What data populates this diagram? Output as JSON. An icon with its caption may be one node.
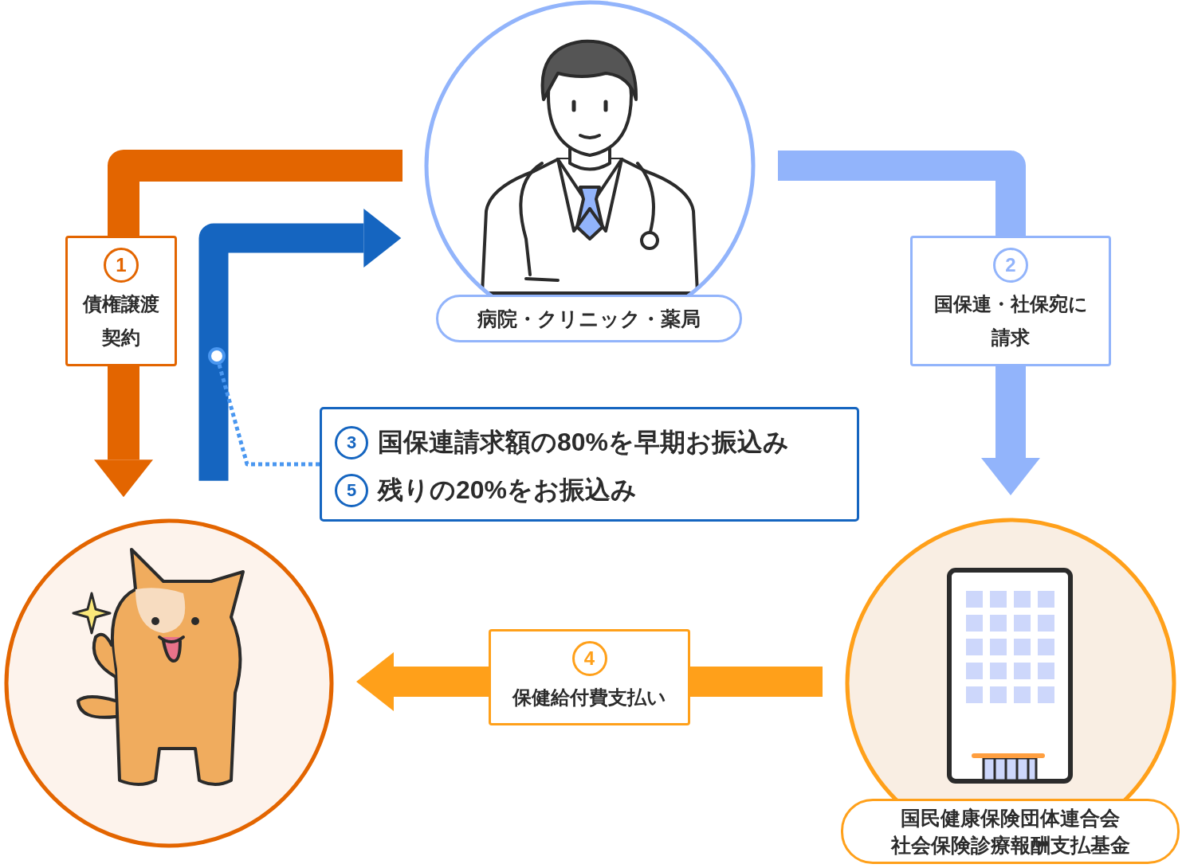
{
  "diagram": {
    "nodes": [
      {
        "text": [
          "病院・クリニック・薬局"
        ]
      },
      {
        "text": [],
        "shape": "circle"
      },
      {
        "text": [
          "国民健康保険団体連合会",
          "社会保険診療報酬支払基金"
        ]
      },
      {
        "text": [
          "3",
          "国保連請求額の80%を早期お振込み",
          "5",
          "残りの20%をお振込み"
        ]
      }
    ],
    "edges": [
      {
        "from": 0,
        "to": 1,
        "arrow": "to",
        "label": "債権譲渡契約",
        "color": "#e36500"
      },
      {
        "from": 1,
        "to": 0,
        "arrow": "to",
        "color": "#1565c0"
      },
      {
        "from": 0,
        "to": 2,
        "arrow": "to",
        "label": "国保連・社保宛に請求",
        "color": "#92b4fb"
      },
      {
        "from": 2,
        "to": 1,
        "arrow": "to",
        "label": "保健給付費支払い",
        "color": "#ffa01a"
      },
      {
        "from": 3,
        "to": null,
        "arrow": "other",
        "style": "dashed",
        "color": "#4a97f0"
      }
    ],
    "labels": [
      "1",
      "2",
      "4"
    ]
  }
}
